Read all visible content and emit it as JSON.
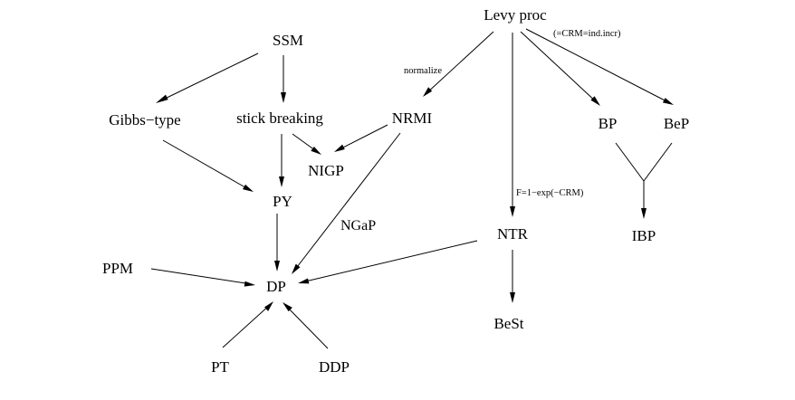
{
  "nodes": {
    "levy": "Levy proc",
    "ssm": "SSM",
    "gibbs": "Gibbs−type",
    "stick": "stick breaking",
    "nrmi": "NRMI",
    "bp": "BP",
    "bep": "BeP",
    "nigp": "NIGP",
    "py": "PY",
    "ntr": "NTR",
    "ibp": "IBP",
    "ppm": "PPM",
    "dp": "DP",
    "best": "BeSt",
    "pt": "PT",
    "ddp": "DDP"
  },
  "edge_labels": {
    "crm_note": "(=CRM=ind.incr)",
    "normalize": "normalize",
    "ntr_transform": "F=1−exp(−CRM)",
    "ngap": "NGaP"
  }
}
